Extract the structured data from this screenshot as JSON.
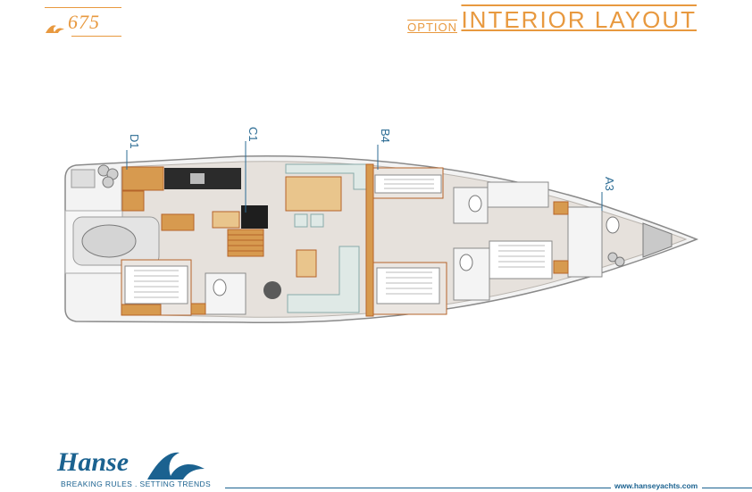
{
  "header": {
    "model_number": "675",
    "option_label": "OPTION",
    "title": "INTERIOR LAYOUT"
  },
  "plan": {
    "section_markers": [
      {
        "id": "D1"
      },
      {
        "id": "C1"
      },
      {
        "id": "B4"
      },
      {
        "id": "A3"
      }
    ]
  },
  "brand": {
    "name": "Hanse",
    "tagline": "BREAKING RULES . SETTING TRENDS",
    "website": "www.hanseyachts.com"
  },
  "colors": {
    "accent_orange": "#e8993f",
    "brand_blue": "#1b6290",
    "marker_blue": "#2c6c94",
    "wood": "#d79a4f",
    "wood_dark": "#b5642a",
    "floor": "#e6e1dc",
    "hull_outline": "#8a8a8a"
  }
}
